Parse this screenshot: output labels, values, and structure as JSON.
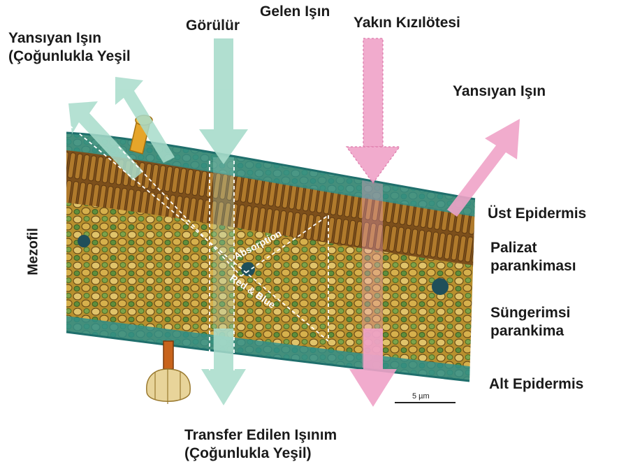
{
  "labels": {
    "gelen": "Gelen Işın",
    "gorulur": "Görülür",
    "yakin_kizilotesi": "Yakın Kızılötesi",
    "yansiyan_left_1": "Yansıyan Işın",
    "yansiyan_left_2": "(Çoğunlukla Yeşil",
    "yansiyan_right": "Yansıyan Işın",
    "ust_epidermis": "Üst Epidermis",
    "palizat_1": "Palizat",
    "palizat_2": "parankiması",
    "sungerimsi_1": "Süngerimsi",
    "sungerimsi_2": "parankima",
    "alt_epidermis": "Alt Epidermis",
    "mezofil": "Mezofil",
    "transfer_1": "Transfer Edilen Işınım",
    "transfer_2": "(Çoğunlukla Yeşil)",
    "absorption": "Absorption",
    "red_blue": "Red & Blue",
    "scale": "5 µm"
  },
  "colors": {
    "visible_arrow": "#a8dccb",
    "nir_arrow": "#f0a3c8",
    "leaf_top": "#2f8f8a",
    "leaf_palisade": "#8a5a1e",
    "leaf_spongy": "#c9a83a",
    "stalk": "#e6a52a"
  }
}
